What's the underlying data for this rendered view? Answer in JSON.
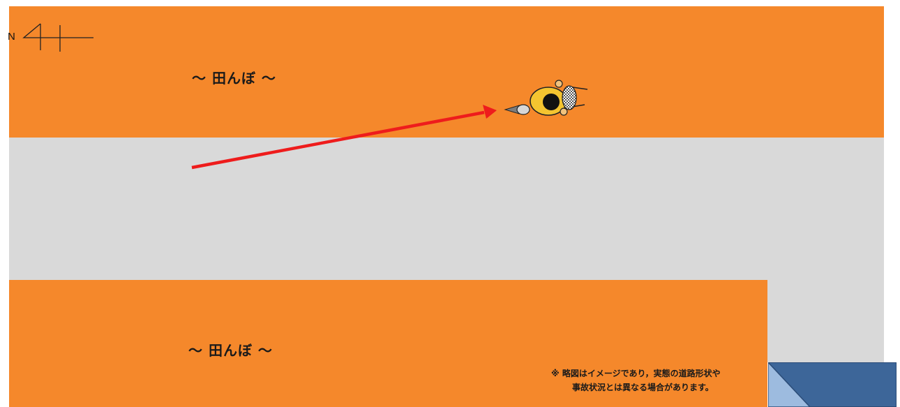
{
  "map": {
    "north_label": "N",
    "field_top_label": "～ 田んぼ ～",
    "field_bottom_label": "～ 田んぼ ～",
    "note_line1": "※ 略図はイメージであり，実態の道路形状や",
    "note_line2": "事故状況とは異なる場合があります。"
  },
  "colors": {
    "field": "#f5882b",
    "road": "#d9d9d9",
    "arrow": "#ee1c1c",
    "nav_button": "#3d6699",
    "nav_fold": "#9dbbdf"
  },
  "icons": {
    "north": "north-arrow-icon",
    "motorcycle": "motorcycle-rider-icon",
    "next": "page-corner-next-icon"
  }
}
